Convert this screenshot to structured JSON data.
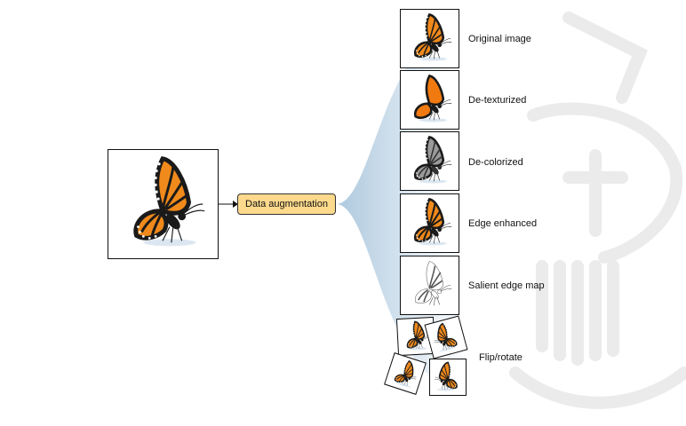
{
  "central_node": {
    "label": "Data augmentation"
  },
  "outputs": [
    {
      "label": "Original image",
      "style": "original"
    },
    {
      "label": "De-texturized",
      "style": "detexturized"
    },
    {
      "label": "De-colorized",
      "style": "decolorized"
    },
    {
      "label": "Edge enhanced",
      "style": "edge-enhanced"
    },
    {
      "label": "Salient edge map",
      "style": "salient-edge"
    },
    {
      "label": "Flip/rotate",
      "style": "flip-rotate"
    }
  ],
  "colors": {
    "wing_orange": "#f08a1c",
    "wing_dark": "#1a1a1a",
    "detexturized_orange": "#f07a10",
    "grey_wing": "#9a9a9a",
    "edge_stroke": "#555555",
    "node_fill": "#fcd98c",
    "fan_color": "#9ebfd8",
    "watermark": "#e8e8e8"
  }
}
